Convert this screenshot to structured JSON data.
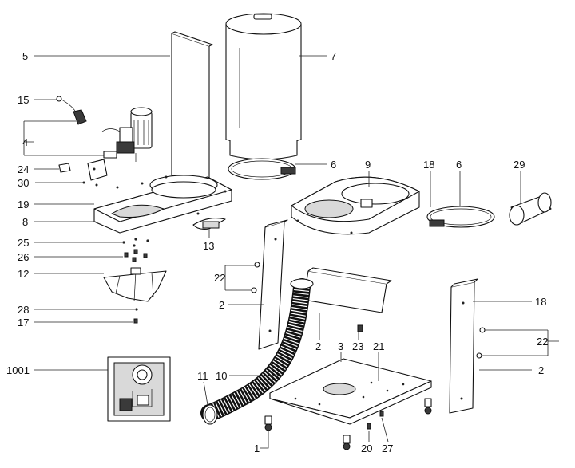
{
  "diagram": {
    "callouts": [
      {
        "id": "c5",
        "text": "5"
      },
      {
        "id": "c7",
        "text": "7"
      },
      {
        "id": "c15",
        "text": "15"
      },
      {
        "id": "c4",
        "text": "4"
      },
      {
        "id": "c24",
        "text": "24"
      },
      {
        "id": "c30",
        "text": "30"
      },
      {
        "id": "c6a",
        "text": "6"
      },
      {
        "id": "c9",
        "text": "9"
      },
      {
        "id": "c18a",
        "text": "18"
      },
      {
        "id": "c6b",
        "text": "6"
      },
      {
        "id": "c29",
        "text": "29"
      },
      {
        "id": "c19",
        "text": "19"
      },
      {
        "id": "c8",
        "text": "8"
      },
      {
        "id": "c25",
        "text": "25"
      },
      {
        "id": "c13",
        "text": "13"
      },
      {
        "id": "c26",
        "text": "26"
      },
      {
        "id": "c12",
        "text": "12"
      },
      {
        "id": "c22a",
        "text": "22"
      },
      {
        "id": "c2a",
        "text": "2"
      },
      {
        "id": "c18b",
        "text": "18"
      },
      {
        "id": "c28",
        "text": "28"
      },
      {
        "id": "c17",
        "text": "17"
      },
      {
        "id": "c2b",
        "text": "2"
      },
      {
        "id": "c3",
        "text": "3"
      },
      {
        "id": "c23",
        "text": "23"
      },
      {
        "id": "c21",
        "text": "21"
      },
      {
        "id": "c22b",
        "text": "22"
      },
      {
        "id": "c1001",
        "text": "1001"
      },
      {
        "id": "c2c",
        "text": "2"
      },
      {
        "id": "c11",
        "text": "11"
      },
      {
        "id": "c10",
        "text": "10"
      },
      {
        "id": "c1",
        "text": "1"
      },
      {
        "id": "c20",
        "text": "20"
      },
      {
        "id": "c27",
        "text": "27"
      }
    ]
  }
}
